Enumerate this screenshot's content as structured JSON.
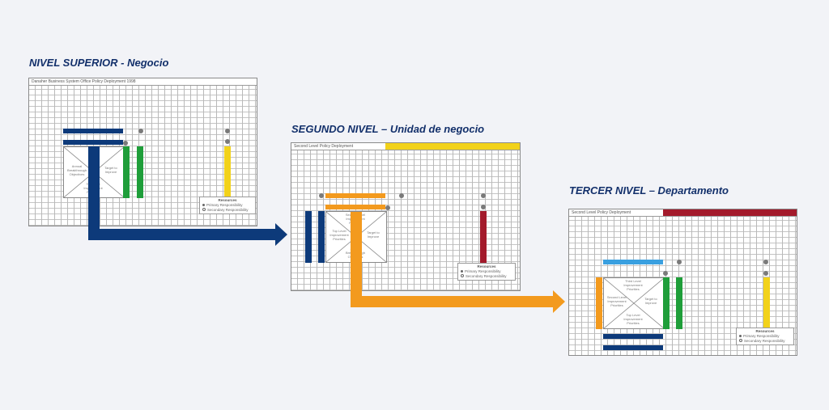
{
  "levels": [
    {
      "title": "NIVEL SUPERIOR - Negocio",
      "matrix_header": "Danaher Business System Office   Policy Deployment 1998",
      "xbox": {
        "left": "Annual Breakthrough Objectives",
        "right": "Target to Improve",
        "bottom": "Top Level Improvement Priorities"
      },
      "legend": {
        "title": "Resources",
        "primary": "Primary Responsibility",
        "secondary": "Secondary Responsibility"
      },
      "colors": [
        "#0d3a7a",
        "#1f9e3a",
        "#f2d21a"
      ]
    },
    {
      "title": "SEGUNDO NIVEL – Unidad de negocio",
      "matrix_header": "Second Level Policy Deployment",
      "xbox": {
        "top": "Second Level Improvement Priorities",
        "left": "Top Level Improvement Priorities",
        "right": "Target to Improve",
        "bottom": "Annual Breakthrough Objectives"
      },
      "legend": {
        "title": "Resources",
        "primary": "Primary Responsibility",
        "secondary": "Secondary Responsibility"
      },
      "colors": [
        "#f39a1e",
        "#0d3a7a",
        "#a31a2b",
        "#f2d21a"
      ]
    },
    {
      "title": "TERCER NIVEL – Departamento",
      "matrix_header": "Second Level Policy Deployment",
      "xbox": {
        "top": "Third Level Improvement Priorities",
        "left": "Second Level Improvement Priorities",
        "right": "Target to Improve",
        "bottom": "Top Level Improvement Priorities"
      },
      "legend": {
        "title": "Resources",
        "primary": "Primary Responsibility",
        "secondary": "Secondary Responsibility"
      },
      "colors": [
        "#3aa0e0",
        "#f39a1e",
        "#1f9e3a",
        "#f2d21a",
        "#0d3a7a",
        "#a31a2b"
      ]
    }
  ],
  "connectors": {
    "level1_to_level2_color": "#0d3a7a",
    "level2_to_level3_color": "#f39a1e"
  }
}
